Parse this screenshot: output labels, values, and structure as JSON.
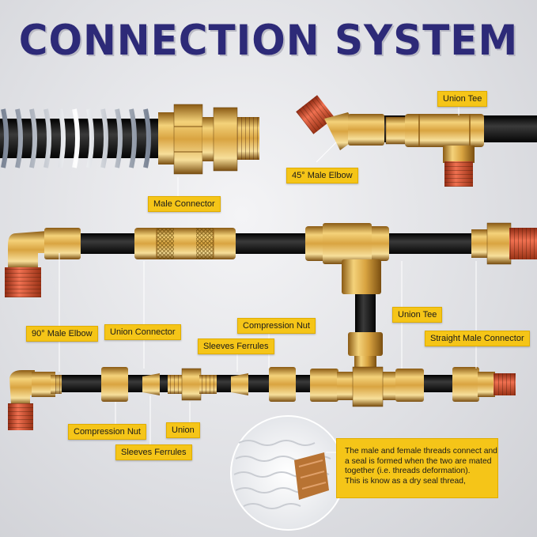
{
  "title": "CONNECTION SYSTEM",
  "labels": {
    "male_connector": "Male Connector",
    "union_tee_top": "Union Tee",
    "male_elbow_45": "45° Male Elbow",
    "male_elbow_90": "90° Male Elbow",
    "union_connector": "Union Connector",
    "compression_nut_top": "Compression Nut",
    "sleeves_ferrules_top": "Sleeves Ferrules",
    "union_tee_mid": "Union Tee",
    "straight_male_connector": "Straight Male Connector",
    "compression_nut_bottom": "Compression Nut",
    "union": "Union",
    "sleeves_ferrules_bottom": "Sleeves Ferrules"
  },
  "info": {
    "line1": "The male and female threads connect and",
    "line2": "a seal is formed when the two are mated",
    "line3": "together (i.e. threads deformation).",
    "line4": "This is know as a dry seal thread,"
  },
  "colors": {
    "title": "#2d2a78",
    "label_bg": "#f5c518",
    "brass": "#d9a441",
    "hose": "#1b1b1b",
    "thread_red": "#d6502e"
  }
}
